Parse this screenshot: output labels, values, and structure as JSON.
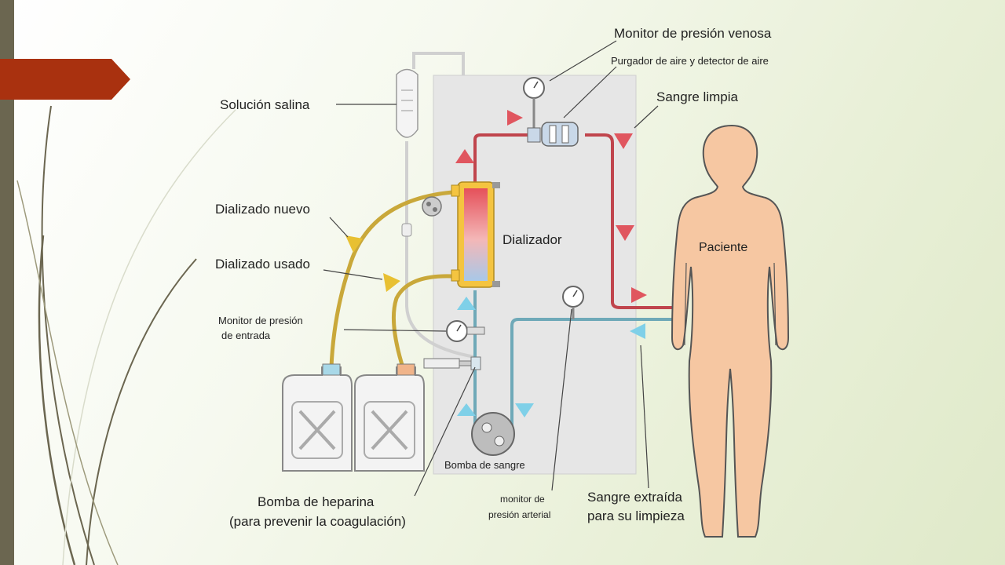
{
  "diagram": {
    "labels": {
      "monitor_venosa": "Monitor de presión venosa",
      "purgador": "Purgador de aire y detector de aire",
      "sangre_limpia": "Sangre limpia",
      "solucion_salina": "Solución salina",
      "dializado_nuevo": "Dializado nuevo",
      "dializado_usado": "Dializado usado",
      "dializador": "Dializador",
      "paciente": "Paciente",
      "monitor_entrada_1": "Monitor de presión",
      "monitor_entrada_2": "de entrada",
      "bomba_sangre": "Bomba de sangre",
      "bomba_heparina_1": "Bomba de heparina",
      "bomba_heparina_2": "(para prevenir la coagulación)",
      "monitor_arterial_1": "monitor de",
      "monitor_arterial_2": "presión arterial",
      "sangre_extraida_1": "Sangre extraída",
      "sangre_extraida_2": "para su limpieza"
    },
    "colors": {
      "accent_tab": "#a9310f",
      "side_bar": "#6b6650",
      "clean_blood": "#c0454d",
      "dirty_blood": "#6fa9b8",
      "dialysate": "#c9a83a",
      "patient_skin": "#f6c7a2",
      "panel": "#e4e4e4"
    }
  }
}
